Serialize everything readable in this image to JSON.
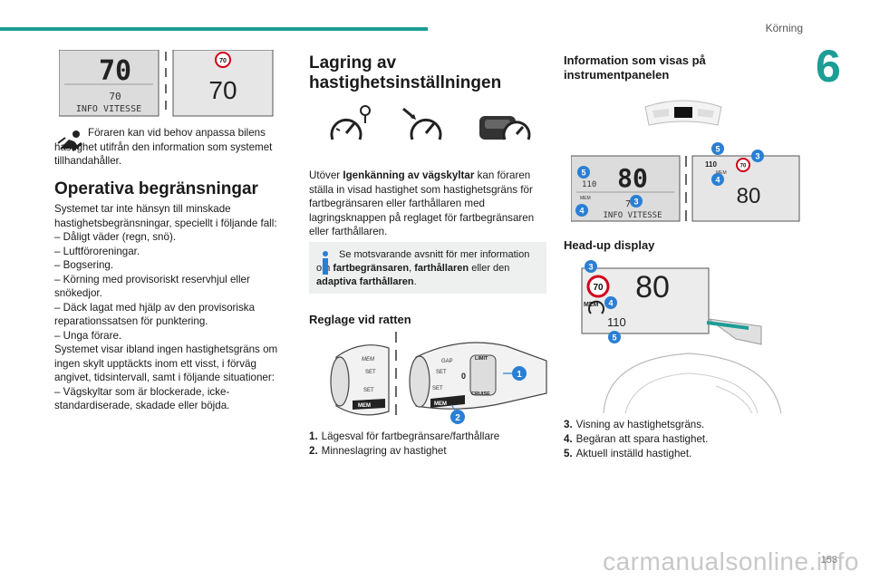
{
  "header": {
    "chapter_label": "Körning",
    "chapter_number": "6",
    "page_number": "153"
  },
  "watermark": "carmanualsonline.info",
  "col1": {
    "display_left": {
      "big": "70",
      "small": "70",
      "info": "INFO VITESSE"
    },
    "display_right": {
      "sign": "70",
      "value": "70"
    },
    "driver_note": "Föraren kan vid behov anpassa bilens hastighet utifrån den information som systemet tillhandahåller.",
    "heading": "Operativa begränsningar",
    "intro": "Systemet tar inte hänsyn till minskade hastighetsbegränsningar, speciellt i följande fall:",
    "limits": [
      "– Dåligt väder (regn, snö).",
      "– Luftföroreningar.",
      "– Bogsering.",
      "– Körning med provisoriskt reservhjul eller snökedjor.",
      "– Däck lagat med hjälp av den provisoriska reparationssatsen för punktering.",
      "– Unga förare."
    ],
    "para2": "Systemet visar ibland ingen hastighetsgräns om ingen skylt upptäckts inom ett visst, i förväg angivet, tidsintervall, samt i följande situationer:",
    "limits2": [
      "– Vägskyltar som är blockerade, icke-standardiserade, skadade eller böjda."
    ]
  },
  "col2": {
    "heading_line1": "Lagring av",
    "heading_line2": "hastighetsinställningen",
    "para_pre": "Utöver ",
    "para_bold": "Igenkänning av vägskyltar",
    "para_post": " kan föraren ställa in visad hastighet som hastighetsgräns för fartbegränsaren eller farthållaren med lagringsknappen på reglaget för fartbegränsaren eller farthållaren.",
    "info_pre": "Se motsvarande avsnitt för mer information om ",
    "info_b1": "fartbegränsaren",
    "info_mid1": ", ",
    "info_b2": "farthållaren",
    "info_mid2": " eller den ",
    "info_b3": "adaptiva farthållaren",
    "info_end": ".",
    "subheading": "Reglage vid ratten",
    "stalk_labels": {
      "mem": "MEM",
      "set": "SET",
      "limit": "LIMIT",
      "cruise": "CRUISE",
      "gap": "GAP",
      "zero": "0"
    },
    "callouts": [
      "1",
      "2"
    ],
    "list": [
      {
        "num": "1.",
        "text": "Lägesval för fartbegränsare/farthållare"
      },
      {
        "num": "2.",
        "text": "Minneslagring av hastighet"
      }
    ]
  },
  "col3": {
    "heading1_line1": "Information som visas på",
    "heading1_line2": "instrumentpanelen",
    "cluster_left": {
      "big": "80",
      "small": "110",
      "mem": "MEM",
      "sub": "70",
      "info": "INFO VITESSE"
    },
    "cluster_right": {
      "top": "110",
      "mem": "MEM",
      "sign": "70",
      "value": "80"
    },
    "heading2": "Head-up display",
    "hud": {
      "sign": "70",
      "value": "80",
      "mem": "MEM",
      "small": "110"
    },
    "callouts": [
      "3",
      "4",
      "5"
    ],
    "list": [
      {
        "num": "3.",
        "text": "Visning av hastighetsgräns."
      },
      {
        "num": "4.",
        "text": "Begäran att spara hastighet."
      },
      {
        "num": "5.",
        "text": "Aktuell inställd hastighet."
      }
    ]
  },
  "colors": {
    "accent": "#1c9d95",
    "sign_red": "#d0021b",
    "callout": "#2a7fd4"
  }
}
